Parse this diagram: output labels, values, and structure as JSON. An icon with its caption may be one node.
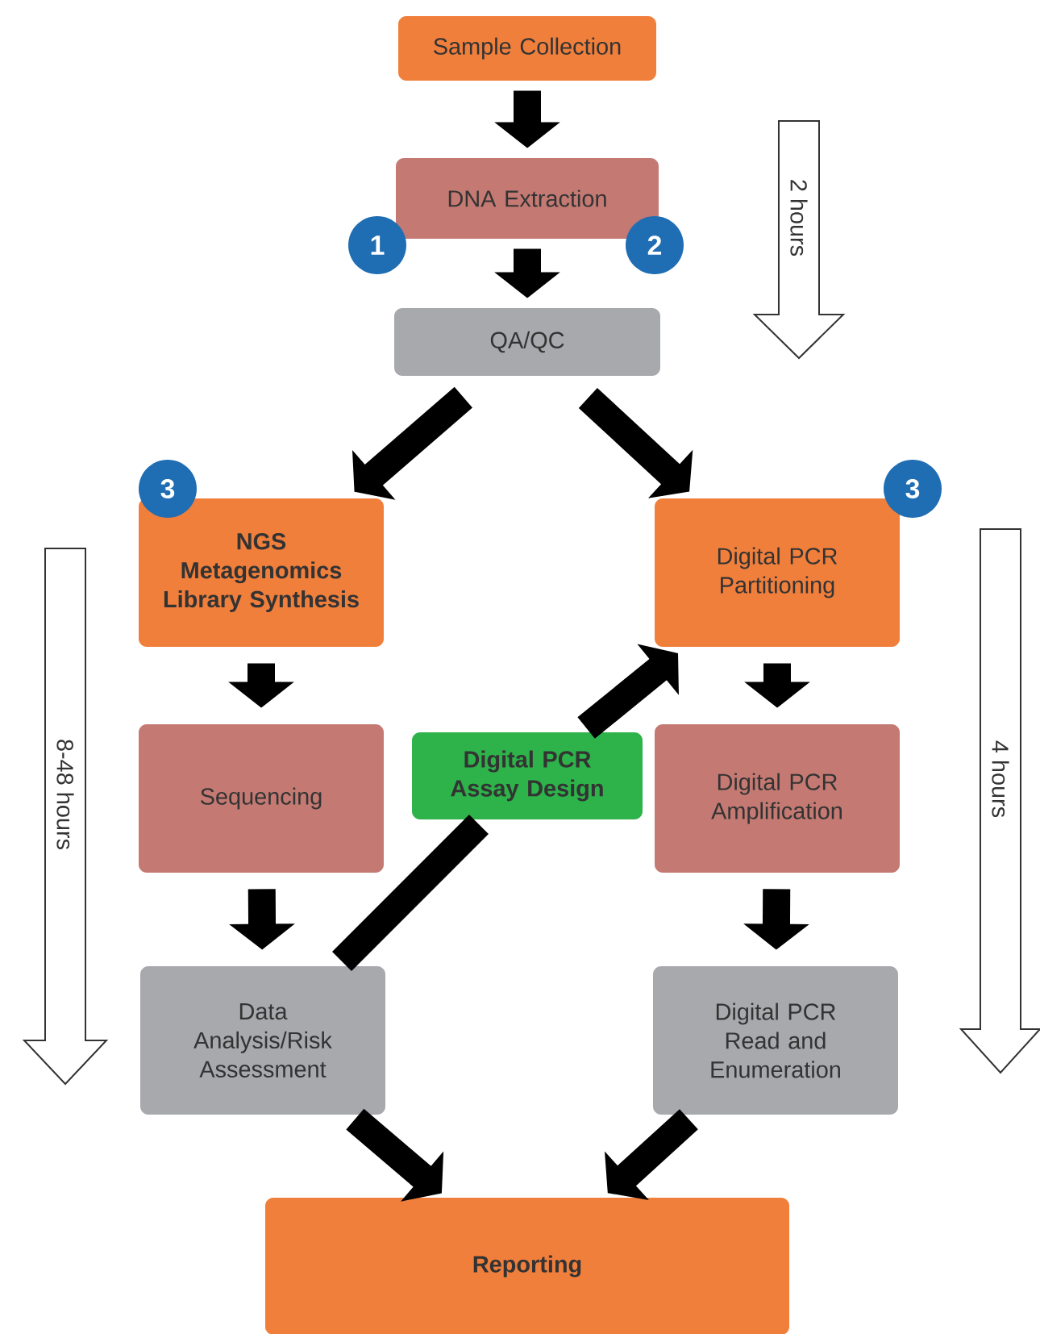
{
  "diagram": {
    "nodes": [
      {
        "text": [
          "Sample Collection"
        ]
      },
      {
        "text": [
          "DNA Extraction"
        ]
      },
      {
        "text": [
          "QA/QC"
        ]
      },
      {
        "text": [
          "NGS Metagenomics Library Synthesis"
        ]
      },
      {
        "text": [
          "Digital PCR Partitioning"
        ]
      },
      {
        "text": [
          "Sequencing"
        ]
      },
      {
        "text": [
          "Digital PCR Amplification"
        ]
      },
      {
        "text": [
          "Data Analysis/Risk Assessment"
        ]
      },
      {
        "text": [
          "Digital PCR Read and Enumeration"
        ]
      },
      {
        "text": [
          "Reporting"
        ]
      },
      {
        "text": [
          "Digital PCR Assay Design"
        ]
      },
      {
        "text": [
          "1"
        ]
      },
      {
        "text": [
          "2"
        ]
      },
      {
        "text": [
          "3"
        ]
      },
      {
        "text": [
          "3"
        ]
      }
    ],
    "edges": [
      {
        "from": 0,
        "to": 1,
        "arrow": "to"
      },
      {
        "from": 1,
        "to": 2,
        "arrow": "to"
      },
      {
        "from": 2,
        "to": 3,
        "arrow": "to"
      },
      {
        "from": 2,
        "to": 4,
        "arrow": "to"
      },
      {
        "from": 3,
        "to": 5,
        "arrow": "to"
      },
      {
        "from": 5,
        "to": 7,
        "arrow": "to"
      },
      {
        "from": 4,
        "to": 6,
        "arrow": "to"
      },
      {
        "from": 6,
        "to": 8,
        "arrow": "to"
      },
      {
        "from": 7,
        "to": 9,
        "arrow": "to"
      },
      {
        "from": 8,
        "to": 9,
        "arrow": "to"
      },
      {
        "from": 7,
        "to": 10,
        "arrow": "none"
      },
      {
        "from": 10,
        "to": 4,
        "arrow": "to"
      }
    ],
    "labels": [
      "2 hours",
      "8-48 hours",
      "4 hours"
    ]
  }
}
